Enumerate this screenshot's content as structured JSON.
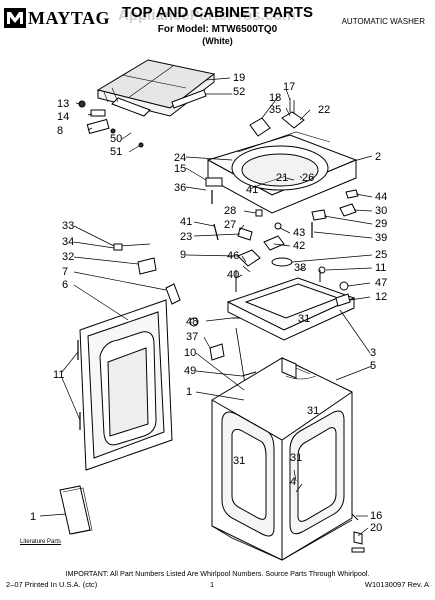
{
  "header": {
    "brand": "MAYTAG",
    "title": "TOP AND CABINET PARTS",
    "model": "For Model: MTW6500TQ0",
    "color": "(White)",
    "category": "AUTOMATIC WASHER",
    "watermark": "AppliancePartsPros.com"
  },
  "callouts": [
    "19",
    "52",
    "13",
    "14",
    "8",
    "50",
    "51",
    "17",
    "18",
    "35",
    "22",
    "2",
    "24",
    "15",
    "36",
    "41",
    "21",
    "26",
    "44",
    "30",
    "28",
    "27",
    "29",
    "41",
    "23",
    "43",
    "42",
    "39",
    "33",
    "34",
    "32",
    "9",
    "46",
    "40",
    "25",
    "38",
    "11",
    "47",
    "12",
    "7",
    "6",
    "48",
    "31",
    "37",
    "10",
    "3",
    "5",
    "49",
    "1",
    "31",
    "11",
    "31",
    "31",
    "4",
    "1",
    "16",
    "20"
  ],
  "literature_label": "Literature Parts",
  "footer": {
    "note": "IMPORTANT: All Part Numbers Listed Are Whirlpool Numbers. Source Parts Through Whirlpool.",
    "printed": "2–07 Printed In U.S.A. (ctc)",
    "page": "1",
    "part_number": "W10130097 Rev. A"
  },
  "colors": {
    "line": "#000000",
    "paper": "#ffffff",
    "shade": "#d8d8d8"
  }
}
